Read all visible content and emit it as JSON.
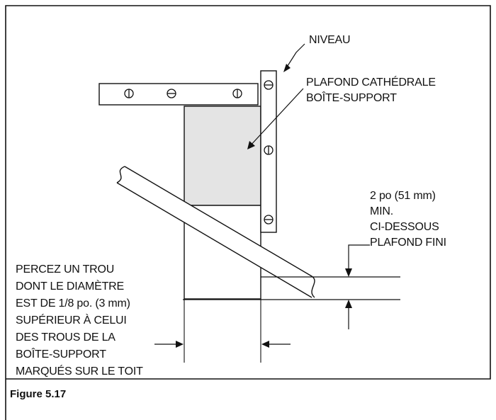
{
  "labels": {
    "level": "NIVEAU",
    "box_line1": "PLAFOND CATHÉDRALE",
    "box_line2": "BOÎTE-SUPPORT",
    "dim_line1": "2 po (51 mm)",
    "dim_line2": "MIN.",
    "dim_line3": "CI-DESSOUS",
    "dim_line4": "PLAFOND FINI",
    "drill_lines": [
      "PERCEZ UN TROU",
      "DONT LE DIAMÈTRE",
      "EST DE 1/8 po. (3 mm)",
      "SUPÉRIEUR À CELUI",
      "DES TROUS DE LA",
      "BOÎTE-SUPPORT",
      "MARQUÉS SUR LE TOIT"
    ]
  },
  "caption": "Figure 5.17",
  "colors": {
    "ink": "#111111",
    "box_fill": "#e4e4e4",
    "background": "#ffffff"
  }
}
